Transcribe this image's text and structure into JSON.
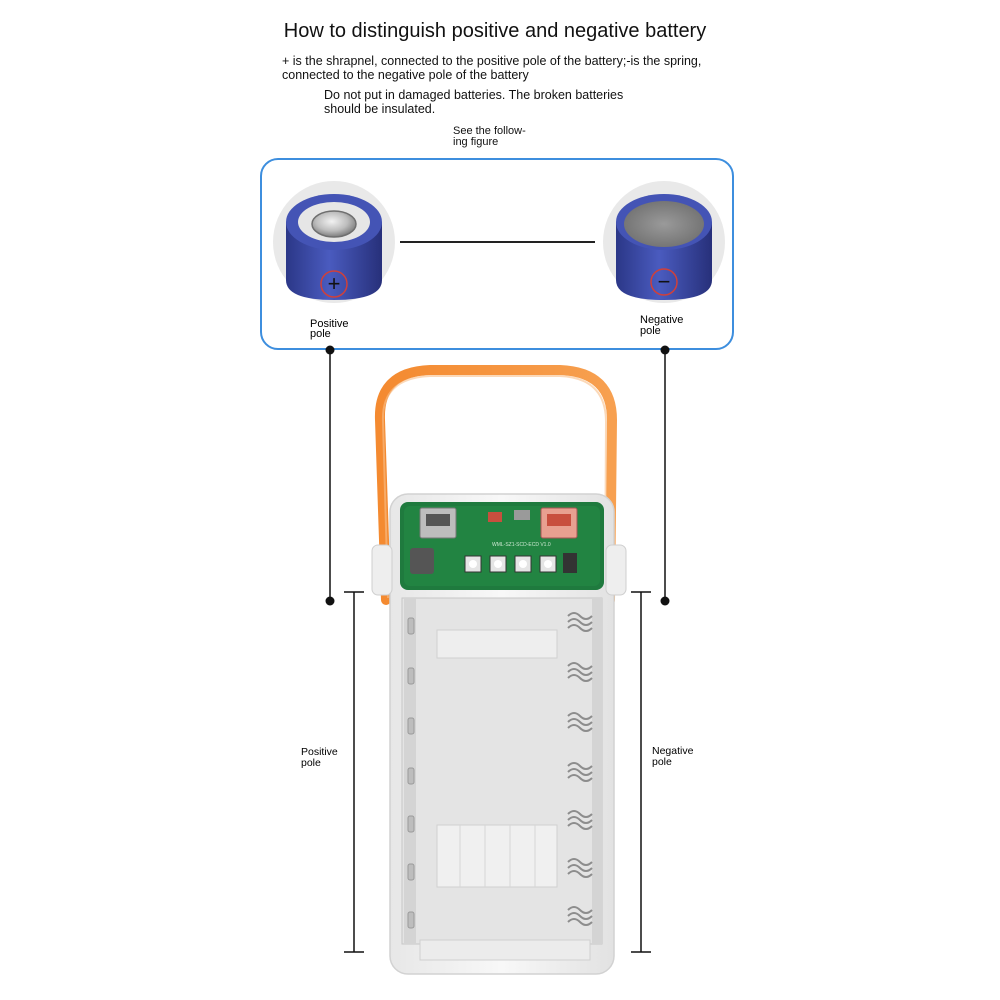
{
  "title": "How to distinguish positive and negative battery",
  "instruction_line1": "+ is the shrapnel, connected to the positive pole of the battery;-is the spring,",
  "instruction_line1b": "connected to the negative pole of the battery",
  "instruction_line2": "Do not put in damaged batteries. The broken batteries",
  "instruction_line2b": "should be insulated.",
  "see_figure_a": "See the follow-",
  "see_figure_b": "ing figure",
  "top_panel": {
    "positive_label_a": "Positive",
    "positive_label_b": "pole",
    "negative_label_a": "Negative",
    "negative_label_b": "pole",
    "plus_symbol": "+",
    "minus_symbol": "−"
  },
  "device": {
    "side_left_label_a": "Positive",
    "side_left_label_b": "pole",
    "side_right_label_a": "Negative",
    "side_right_label_b": "pole",
    "board_text": "WML-SZ1-SCD-ECD V1.0"
  },
  "colors": {
    "panel_border": "#3d8ede",
    "battery_blue": "#3f4ea8",
    "handle_orange": "#f58a34",
    "pcb_green": "#1f7a3e",
    "case_white": "#f3f3f3"
  }
}
